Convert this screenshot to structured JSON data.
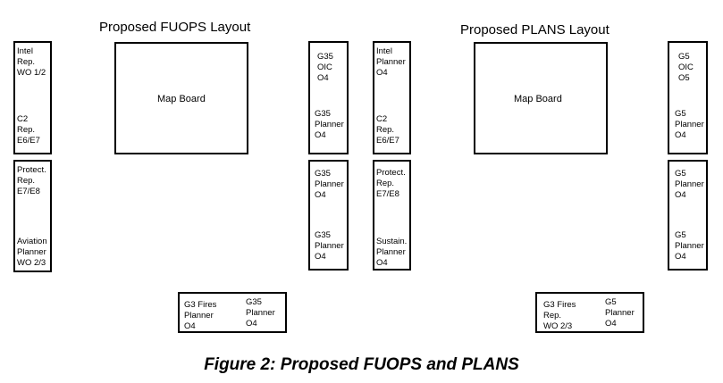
{
  "fuops": {
    "title": "Proposed FUOPS Layout",
    "map_board": "Map Board",
    "left_column": {
      "top_box": {
        "upper": "Intel\nRep.\nWO 1/2",
        "lower": "C2\nRep.\nE6/E7"
      },
      "bottom_box": {
        "upper": "Protect.\nRep.\nE7/E8",
        "lower": "Aviation\nPlanner\nWO 2/3"
      }
    },
    "right_column": {
      "top_box": {
        "upper": "G35\nOIC\nO4",
        "lower": "G35\nPlanner\nO4"
      },
      "bottom_box": {
        "upper": "G35\nPlanner\nO4",
        "lower": "G35\nPlanner\nO4"
      }
    },
    "bottom_box": {
      "left": "G3 Fires\nPlanner\nO4",
      "right": "G35\nPlanner\nO4"
    }
  },
  "plans": {
    "title": "Proposed PLANS Layout",
    "map_board": "Map Board",
    "left_column": {
      "top_box": {
        "upper": "Intel\nPlanner\nO4",
        "lower": "C2\nRep.\nE6/E7"
      },
      "bottom_box": {
        "upper": "Protect.\nRep.\nE7/E8",
        "lower": "Sustain.\nPlanner\nO4"
      }
    },
    "right_column": {
      "top_box": {
        "upper": "G5\nOIC\nO5",
        "lower": "G5\nPlanner\nO4"
      },
      "bottom_box": {
        "upper": "G5\nPlanner\nO4",
        "lower": "G5\nPlanner\nO4"
      }
    },
    "bottom_box": {
      "left": "G3 Fires\nRep.\nWO 2/3",
      "right": "G5\nPlanner\nO4"
    }
  },
  "caption": "Figure 2: Proposed FUOPS and PLANS"
}
